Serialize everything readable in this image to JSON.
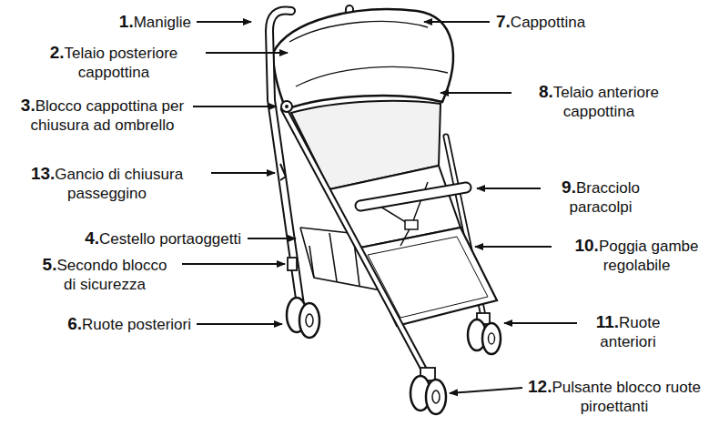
{
  "diagram": {
    "labels": [
      "1.",
      "Maniglie",
      "2.",
      "Telaio posteriore cappottina",
      "3.",
      "Blocco cappottina per chiusura ad ombrello",
      "13.",
      "Gancio di chiusura passeggino",
      "4.",
      "Cestello portaoggetti",
      "5.",
      "Secondo blocco di sicurezza",
      "6.",
      "Ruote posteriori",
      "7.",
      "Cappottina",
      "8.",
      "Telaio anteriore cappottina",
      "9.",
      "Bracciolo paracolpi",
      "10.",
      "Poggia gambe regolabile",
      "11.",
      "Ruote anteriori",
      "12.",
      "Pulsante blocco ruote piroettanti"
    ]
  }
}
